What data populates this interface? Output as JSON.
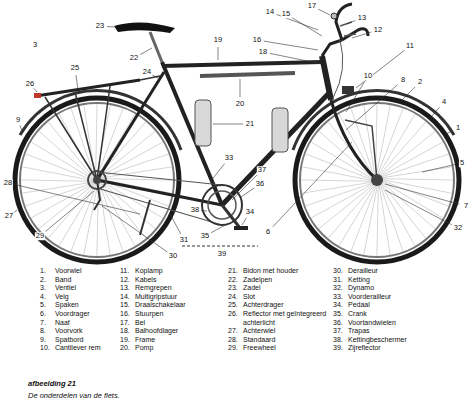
{
  "diagram": {
    "title": "afbeelding 21",
    "caption": "De onderdelen van de fiets.",
    "labels": [
      "14",
      "15",
      "17",
      "13",
      "12",
      "23",
      "16",
      "18",
      "22",
      "19",
      "11",
      "3",
      "10",
      "8",
      "2",
      "25",
      "24",
      "26",
      "20",
      "9",
      "21",
      "4",
      "1",
      "5",
      "33",
      "37",
      "28",
      "36",
      "27",
      "7",
      "38",
      "34",
      "32",
      "29",
      "6",
      "31",
      "35",
      "30",
      "39",
      "1.",
      "Voorwiel",
      "2.",
      "Band",
      "3.",
      "Ventiel",
      "4.",
      "Velg",
      "5.",
      "Spaken",
      "6.",
      "Voordrager",
      "7.",
      "Naaf",
      "8.",
      "Voorvork",
      "9.",
      "Spatbord",
      "10.",
      "Cantilever rem",
      "11.",
      "Koplamp",
      "12.",
      "Kabels",
      "13.",
      "Remgrepen",
      "14.",
      "Multigripstuur",
      "15.",
      "Draaischakelaar",
      "16.",
      "Stuurpen",
      "17.",
      "Bel",
      "18.",
      "Balhoofdlager",
      "19.",
      "Frame",
      "20.",
      "Pomp",
      "21.",
      "Bidon met houder",
      "22.",
      "Zadelpen",
      "23.",
      "Zadel",
      "24.",
      "Slot",
      "25.",
      "Achterdrager",
      "26.",
      "Reflector met geïntegreerd achterlicht",
      "27.",
      "Achterwiel",
      "28.",
      "Standaard",
      "29.",
      "Freewheel",
      "30.",
      "Derailleur",
      "31.",
      "Ketting",
      "32.",
      "Dynamo",
      "33.",
      "Voorderailleur",
      "34.",
      "Pedaal",
      "35.",
      "Crank",
      "36.",
      "Voortandwielen",
      "37.",
      "Trapas",
      "38.",
      "Kettingbeschermer",
      "39.",
      "Zijreflector"
    ]
  }
}
